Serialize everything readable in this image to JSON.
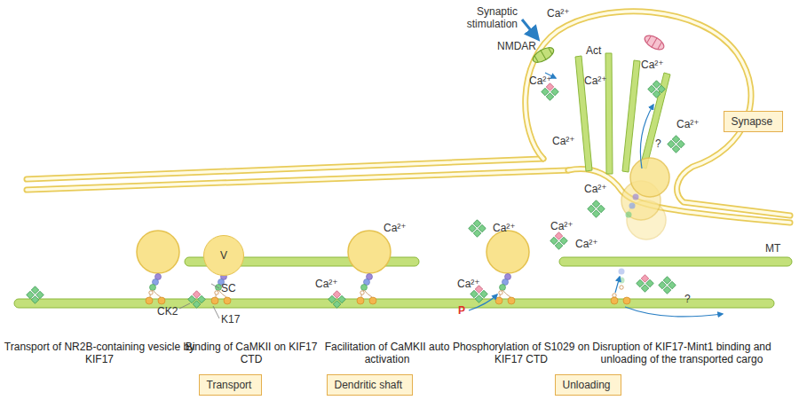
{
  "diagram": {
    "nodes": [
      {
        "text": [
          "Synapse"
        ]
      },
      {
        "text": [
          "V"
        ]
      },
      {
        "text": [
          "Transport"
        ]
      },
      {
        "text": [
          "Dendritic shaft"
        ]
      },
      {
        "text": [
          "Unloading"
        ]
      }
    ],
    "edges": [],
    "labels": [
      "Synaptic stimulation",
      "Ca²⁺",
      "NMDAR",
      "Ca²⁺",
      "Act",
      "Ca²⁺",
      "Ca²⁺",
      "Ca²⁺",
      "?",
      "Ca²⁺",
      "Ca²⁺",
      "Ca²⁺",
      "Ca²⁺",
      "Ca²⁺",
      "Ca²⁺",
      "Ca²⁺",
      "Ca²⁺",
      "MT",
      "SC",
      "CK2",
      "K17",
      "P",
      "?",
      "Transport of NR2B-containing vesicle by KIF17",
      "Binding of CaMKII on KIF17 CTD",
      "Facilitation of CaMKII auto activation",
      "Phosphorylation of S1029 on KIF17 CTD",
      "Disruption of KIF17-Mint1 binding and unloading of the transported cargo"
    ]
  }
}
